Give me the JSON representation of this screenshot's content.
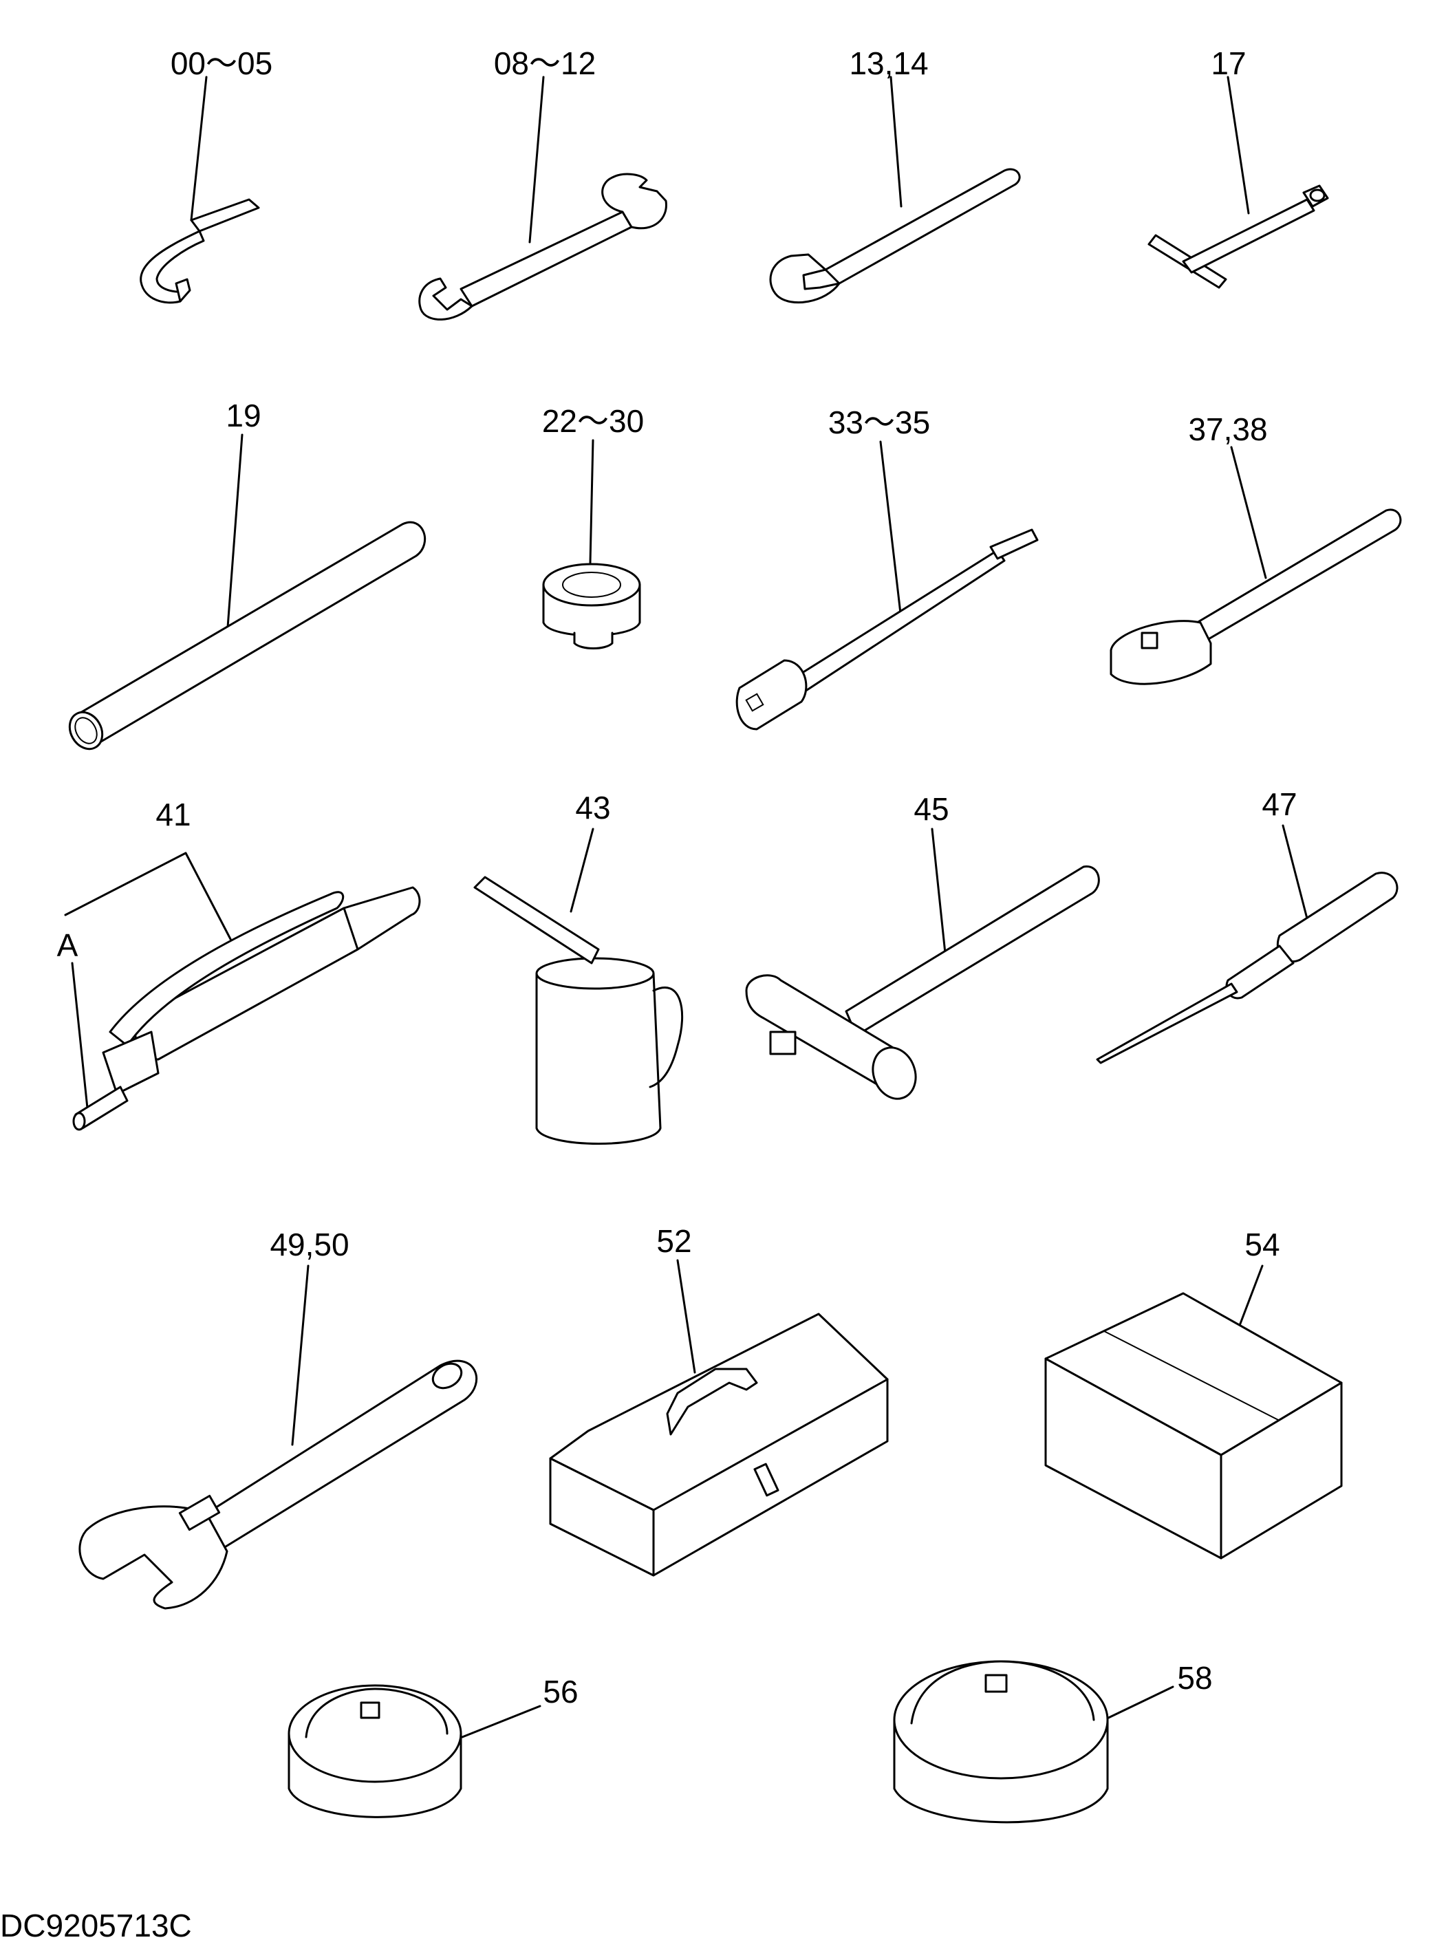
{
  "diagram": {
    "labels": {
      "l00_05": "00～05",
      "l08_12": "08～12",
      "l13_14": "13,14",
      "l17": "17",
      "l19": "19",
      "l22_30": "22～30",
      "l33_35": "33～35",
      "l37_38": "37,38",
      "l41": "41",
      "lA": "A",
      "l43": "43",
      "l45": "45",
      "l47": "47",
      "l49_50": "49,50",
      "l52": "52",
      "l54": "54",
      "l56": "56",
      "l58": "58"
    },
    "drawing_code": "DC9205713C"
  }
}
